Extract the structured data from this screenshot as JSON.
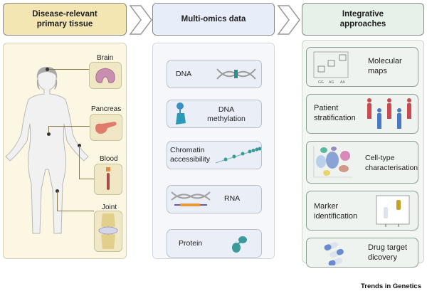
{
  "headers": {
    "stage1": "Disease-relevant primary tissue",
    "stage2": "Multi-omics data",
    "stage3": "Integrative approaches"
  },
  "tissue_panel": {
    "figure": "human-body-icon",
    "organs": [
      {
        "label": "Brain",
        "icon": "brain-icon"
      },
      {
        "label": "Pancreas",
        "icon": "pancreas-icon"
      },
      {
        "label": "Blood",
        "icon": "blood-tube-icon"
      },
      {
        "label": "Joint",
        "icon": "knee-joint-icon"
      }
    ]
  },
  "omics_panel": {
    "items": [
      {
        "label": "DNA",
        "icon": "dna-helix-icon"
      },
      {
        "label": "DNA methylation",
        "icon": "methylation-icon"
      },
      {
        "label": "Chromatin accessibility",
        "icon": "chromatin-icon"
      },
      {
        "label": "RNA",
        "icon": "rna-transcript-icon"
      },
      {
        "label": "Protein",
        "icon": "protein-icon"
      }
    ]
  },
  "approaches_panel": {
    "items": [
      {
        "label": "Molecular maps",
        "icon": "boxplot-genotype-icon",
        "tick_labels": [
          "GG",
          "AG",
          "AA"
        ]
      },
      {
        "label": "Patient stratification",
        "icon": "patients-icon"
      },
      {
        "label": "Cell-type characterisation",
        "icon": "umap-cluster-icon"
      },
      {
        "label": "Marker identification",
        "icon": "marker-boxplot-icon"
      },
      {
        "label": "Drug target dicovery",
        "icon": "capsules-icon"
      }
    ]
  },
  "credit": "Trends in Genetics",
  "colors": {
    "tissue_header": "#f3e6b3",
    "omics_header": "#e8eef9",
    "approach_header": "#e6f1ea",
    "patient_red": "#c94a4f",
    "patient_blue": "#4a79c4",
    "teal": "#3a9a9a"
  }
}
